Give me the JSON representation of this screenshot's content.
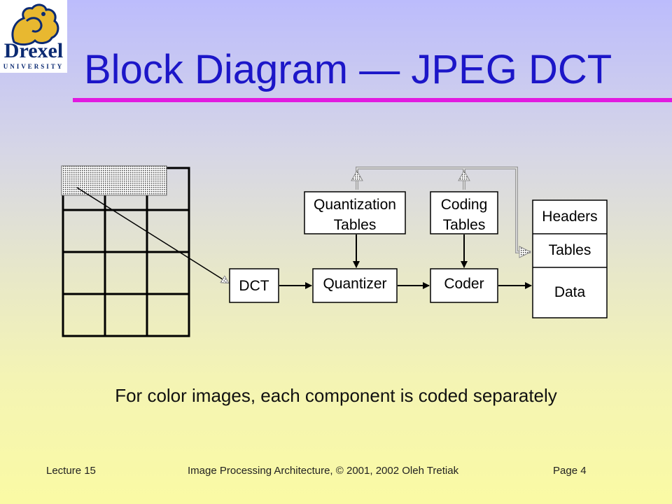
{
  "logo": {
    "name": "Drexel",
    "sub": "UNIVERSITY"
  },
  "title": "Block Diagram — JPEG DCT",
  "diagram": {
    "blocks": {
      "dct": "DCT",
      "quantizer": "Quantizer",
      "coder": "Coder",
      "quant_tables_line1": "Quantization",
      "quant_tables_line2": "Tables",
      "coding_tables_line1": "Coding",
      "coding_tables_line2": "Tables",
      "headers": "Headers",
      "tables": "Tables",
      "data": "Data"
    }
  },
  "caption": "For color images, each component is coded separately",
  "footer": {
    "left": "Lecture 15",
    "center": "Image Processing Architecture, © 2001, 2002 Oleh Tretiak",
    "right": "Page 4"
  },
  "colors": {
    "title": "#1c16c8",
    "accent_rule": "#e11ae0",
    "logo_blue": "#0b2a72",
    "logo_gold": "#e8b830"
  }
}
